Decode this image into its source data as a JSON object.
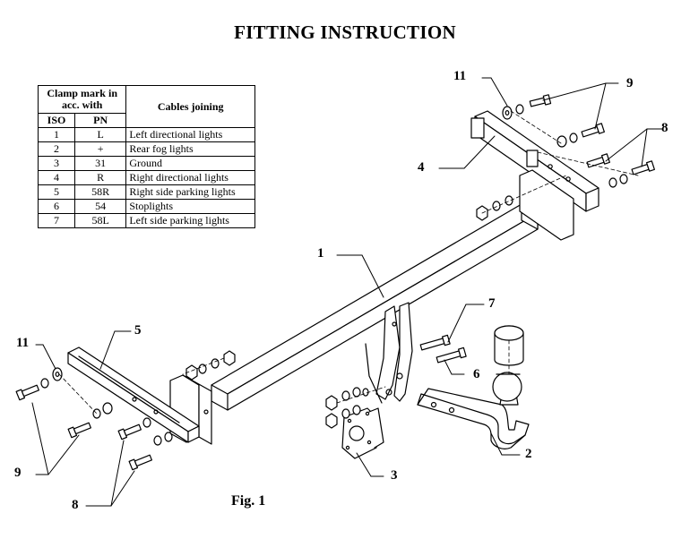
{
  "title": "FITTING INSTRUCTION",
  "table": {
    "header_clamp": "Clamp mark in acc. with",
    "header_cables": "Cables joining",
    "header_iso": "ISO",
    "header_pn": "PN",
    "rows": [
      {
        "iso": "1",
        "pn": "L",
        "desc": "Left directional lights"
      },
      {
        "iso": "2",
        "pn": "+",
        "desc": "Rear fog lights"
      },
      {
        "iso": "3",
        "pn": "31",
        "desc": "Ground"
      },
      {
        "iso": "4",
        "pn": "R",
        "desc": "Right directional lights"
      },
      {
        "iso": "5",
        "pn": "58R",
        "desc": "Right side parking lights"
      },
      {
        "iso": "6",
        "pn": "54",
        "desc": "Stoplights"
      },
      {
        "iso": "7",
        "pn": "58L",
        "desc": "Left side parking lights"
      }
    ]
  },
  "callouts": {
    "c11_top": "11",
    "c9_top": "9",
    "c8_top": "8",
    "c4": "4",
    "c1": "1",
    "c7": "7",
    "c6": "6",
    "c2": "2",
    "c3": "3",
    "c5": "5",
    "c11_left": "11",
    "c9_left": "9",
    "c8_left": "8"
  },
  "figure_label": "Fig. 1"
}
